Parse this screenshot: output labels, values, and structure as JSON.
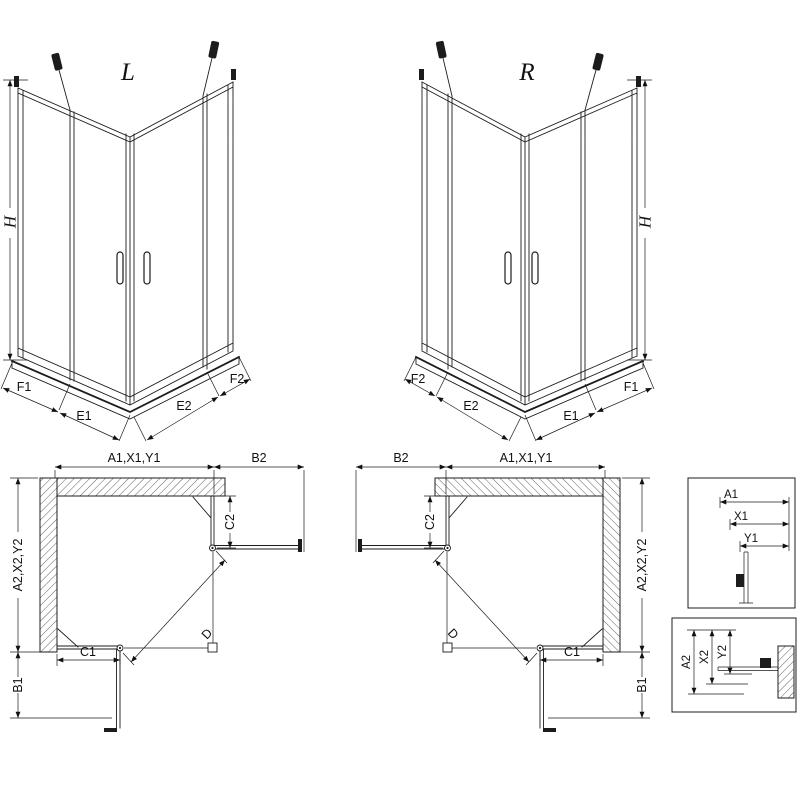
{
  "views": {
    "l3d": {
      "title": "L",
      "h": "H",
      "dims": [
        "F1",
        "E1",
        "E2",
        "F2"
      ]
    },
    "r3d": {
      "title": "R",
      "h": "H",
      "dims": [
        "F2",
        "E2",
        "E1",
        "F1"
      ]
    },
    "lplan": {
      "a1": "A1,X1,Y1",
      "b2": "B2",
      "a2": "A2,X2,Y2",
      "b1": "B1",
      "c1": "C1",
      "c2": "C2",
      "d": "D"
    },
    "rplan": {
      "a1": "A1,X1,Y1",
      "b2": "B2",
      "a2": "A2,X2,Y2",
      "b1": "B1",
      "c1": "C1",
      "c2": "C2",
      "d": "D"
    },
    "detail1": {
      "a1": "A1",
      "x1": "X1",
      "y1": "Y1"
    },
    "detail2": {
      "a2": "A2",
      "x2": "X2",
      "y2": "Y2"
    }
  }
}
